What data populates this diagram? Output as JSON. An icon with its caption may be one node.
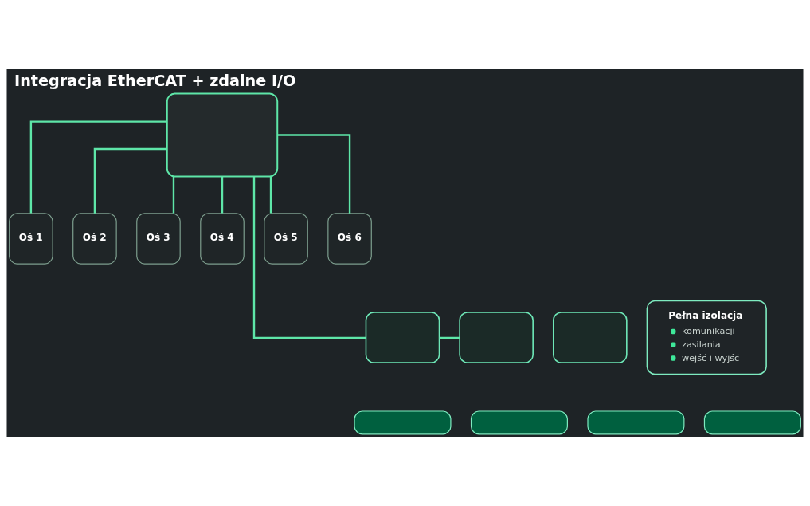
{
  "diagram": {
    "title": "Integracja EtherCAT + zdalne I/O",
    "nodes": [
      {
        "text": [],
        "shape": "box"
      },
      {
        "text": [
          "Oś 1"
        ]
      },
      {
        "text": [
          "Oś 2"
        ]
      },
      {
        "text": [
          "Oś 3"
        ]
      },
      {
        "text": [
          "Oś 4"
        ]
      },
      {
        "text": [
          "Oś 5"
        ]
      },
      {
        "text": [
          "Oś 6"
        ]
      },
      {
        "text": [],
        "shape": "box"
      },
      {
        "text": [],
        "shape": "box"
      },
      {
        "text": [],
        "shape": "box"
      },
      {
        "text": [
          "Pełna izolacja",
          "komunikacji",
          "zasilania",
          "wejść i wyjść"
        ]
      },
      {
        "text": [],
        "shape": "box"
      },
      {
        "text": [],
        "shape": "box"
      },
      {
        "text": [],
        "shape": "box"
      },
      {
        "text": [],
        "shape": "box"
      }
    ],
    "edges": [
      {
        "from": 0,
        "to": 1,
        "arrow": "none"
      },
      {
        "from": 0,
        "to": 2,
        "arrow": "none"
      },
      {
        "from": 0,
        "to": 3,
        "arrow": "none"
      },
      {
        "from": 0,
        "to": 4,
        "arrow": "none"
      },
      {
        "from": 0,
        "to": 5,
        "arrow": "none"
      },
      {
        "from": 0,
        "to": 6,
        "arrow": "none"
      },
      {
        "from": 0,
        "to": 7,
        "arrow": "none"
      },
      {
        "from": 7,
        "to": 8,
        "arrow": "none"
      }
    ]
  }
}
